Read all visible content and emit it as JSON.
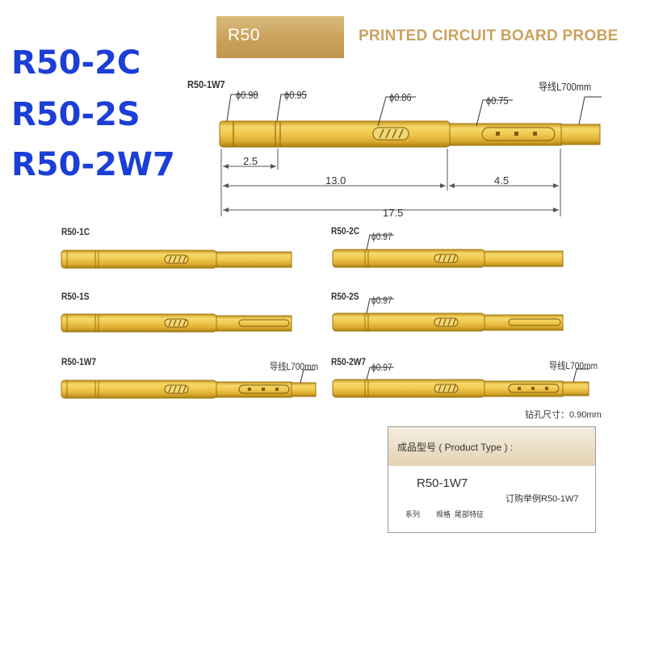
{
  "models": [
    "R50-2C",
    "R50-2S",
    "R50-2W7"
  ],
  "header": {
    "series": "R50",
    "title": "PRINTED CIRCUIT BOARD PROBE"
  },
  "main_drawing": {
    "label": "R50-1W7",
    "diameters": [
      "ϕ0.98",
      "ϕ0.95",
      "ϕ0.86",
      "ϕ0.75"
    ],
    "wire": "导线L700mm",
    "dimensions": [
      "2.5",
      "13.0",
      "4.5",
      "17.5"
    ]
  },
  "variants": [
    {
      "label": "R50-1C",
      "diameter": "",
      "wire": ""
    },
    {
      "label": "R50-2C",
      "diameter": "ϕ0.97",
      "wire": ""
    },
    {
      "label": "R50-1S",
      "diameter": "",
      "wire": ""
    },
    {
      "label": "R50-2S",
      "diameter": "ϕ0.97",
      "wire": ""
    },
    {
      "label": "R50-1W7",
      "diameter": "",
      "wire": "导线L700mm"
    },
    {
      "label": "R50-2W7",
      "diameter": "ϕ0.97",
      "wire": "导线L700mm"
    }
  ],
  "drill_size": "钻孔尺寸：0.90mm",
  "product_type": {
    "title": "成品型号 ( Product Type ) :",
    "code": "R50-1W7",
    "parts": [
      "系列",
      "规格",
      "尾部特征"
    ],
    "example": "订购举例R50-1W7"
  },
  "colors": {
    "gold_light": "#f2cf60",
    "gold_dark": "#b48a1a",
    "model_blue": "#1b3fd6",
    "header_gold": "#c9a35f"
  }
}
